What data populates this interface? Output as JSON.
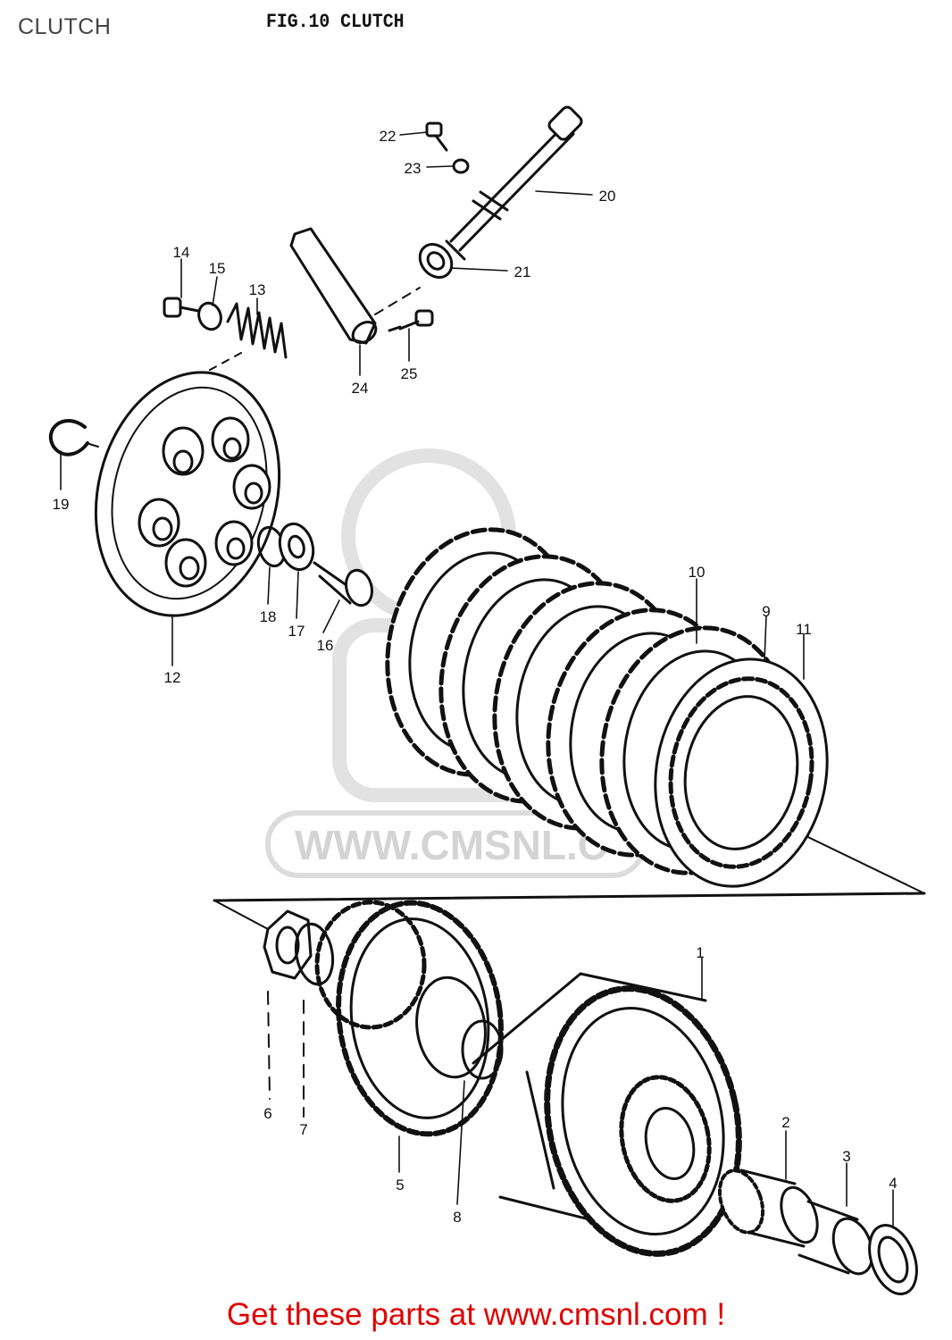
{
  "page_label": "CLUTCH",
  "figure_title": "FIG.10  CLUTCH",
  "watermark": "WWW.CMSNL.C",
  "footer_link": "Get these parts at www.cmsnl.com !",
  "callouts": [
    "1",
    "2",
    "3",
    "4",
    "5",
    "6",
    "7",
    "8",
    "9",
    "10",
    "11",
    "12",
    "13",
    "14",
    "15",
    "16",
    "17",
    "18",
    "19",
    "20",
    "21",
    "22",
    "23",
    "24",
    "25"
  ],
  "colors": {
    "ink": "#111111",
    "watermark": "#d4d4d4",
    "link": "#e00000"
  }
}
